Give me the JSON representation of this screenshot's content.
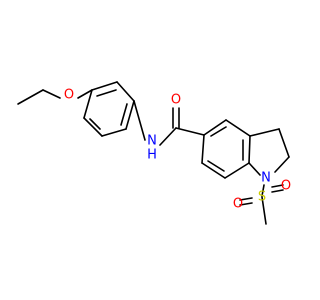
{
  "colors": {
    "bond": "#000000",
    "O": "#ff0000",
    "N": "#0000ff",
    "S": "#cccc00",
    "H": "#0000ff"
  },
  "atoms": {
    "ether_o": "O",
    "amide_o": "O",
    "amide_n": "N",
    "amide_h": "H",
    "indoline_n": "N",
    "sulfur": "S",
    "sulfonyl_o1": "O",
    "sulfonyl_o2": "O"
  }
}
